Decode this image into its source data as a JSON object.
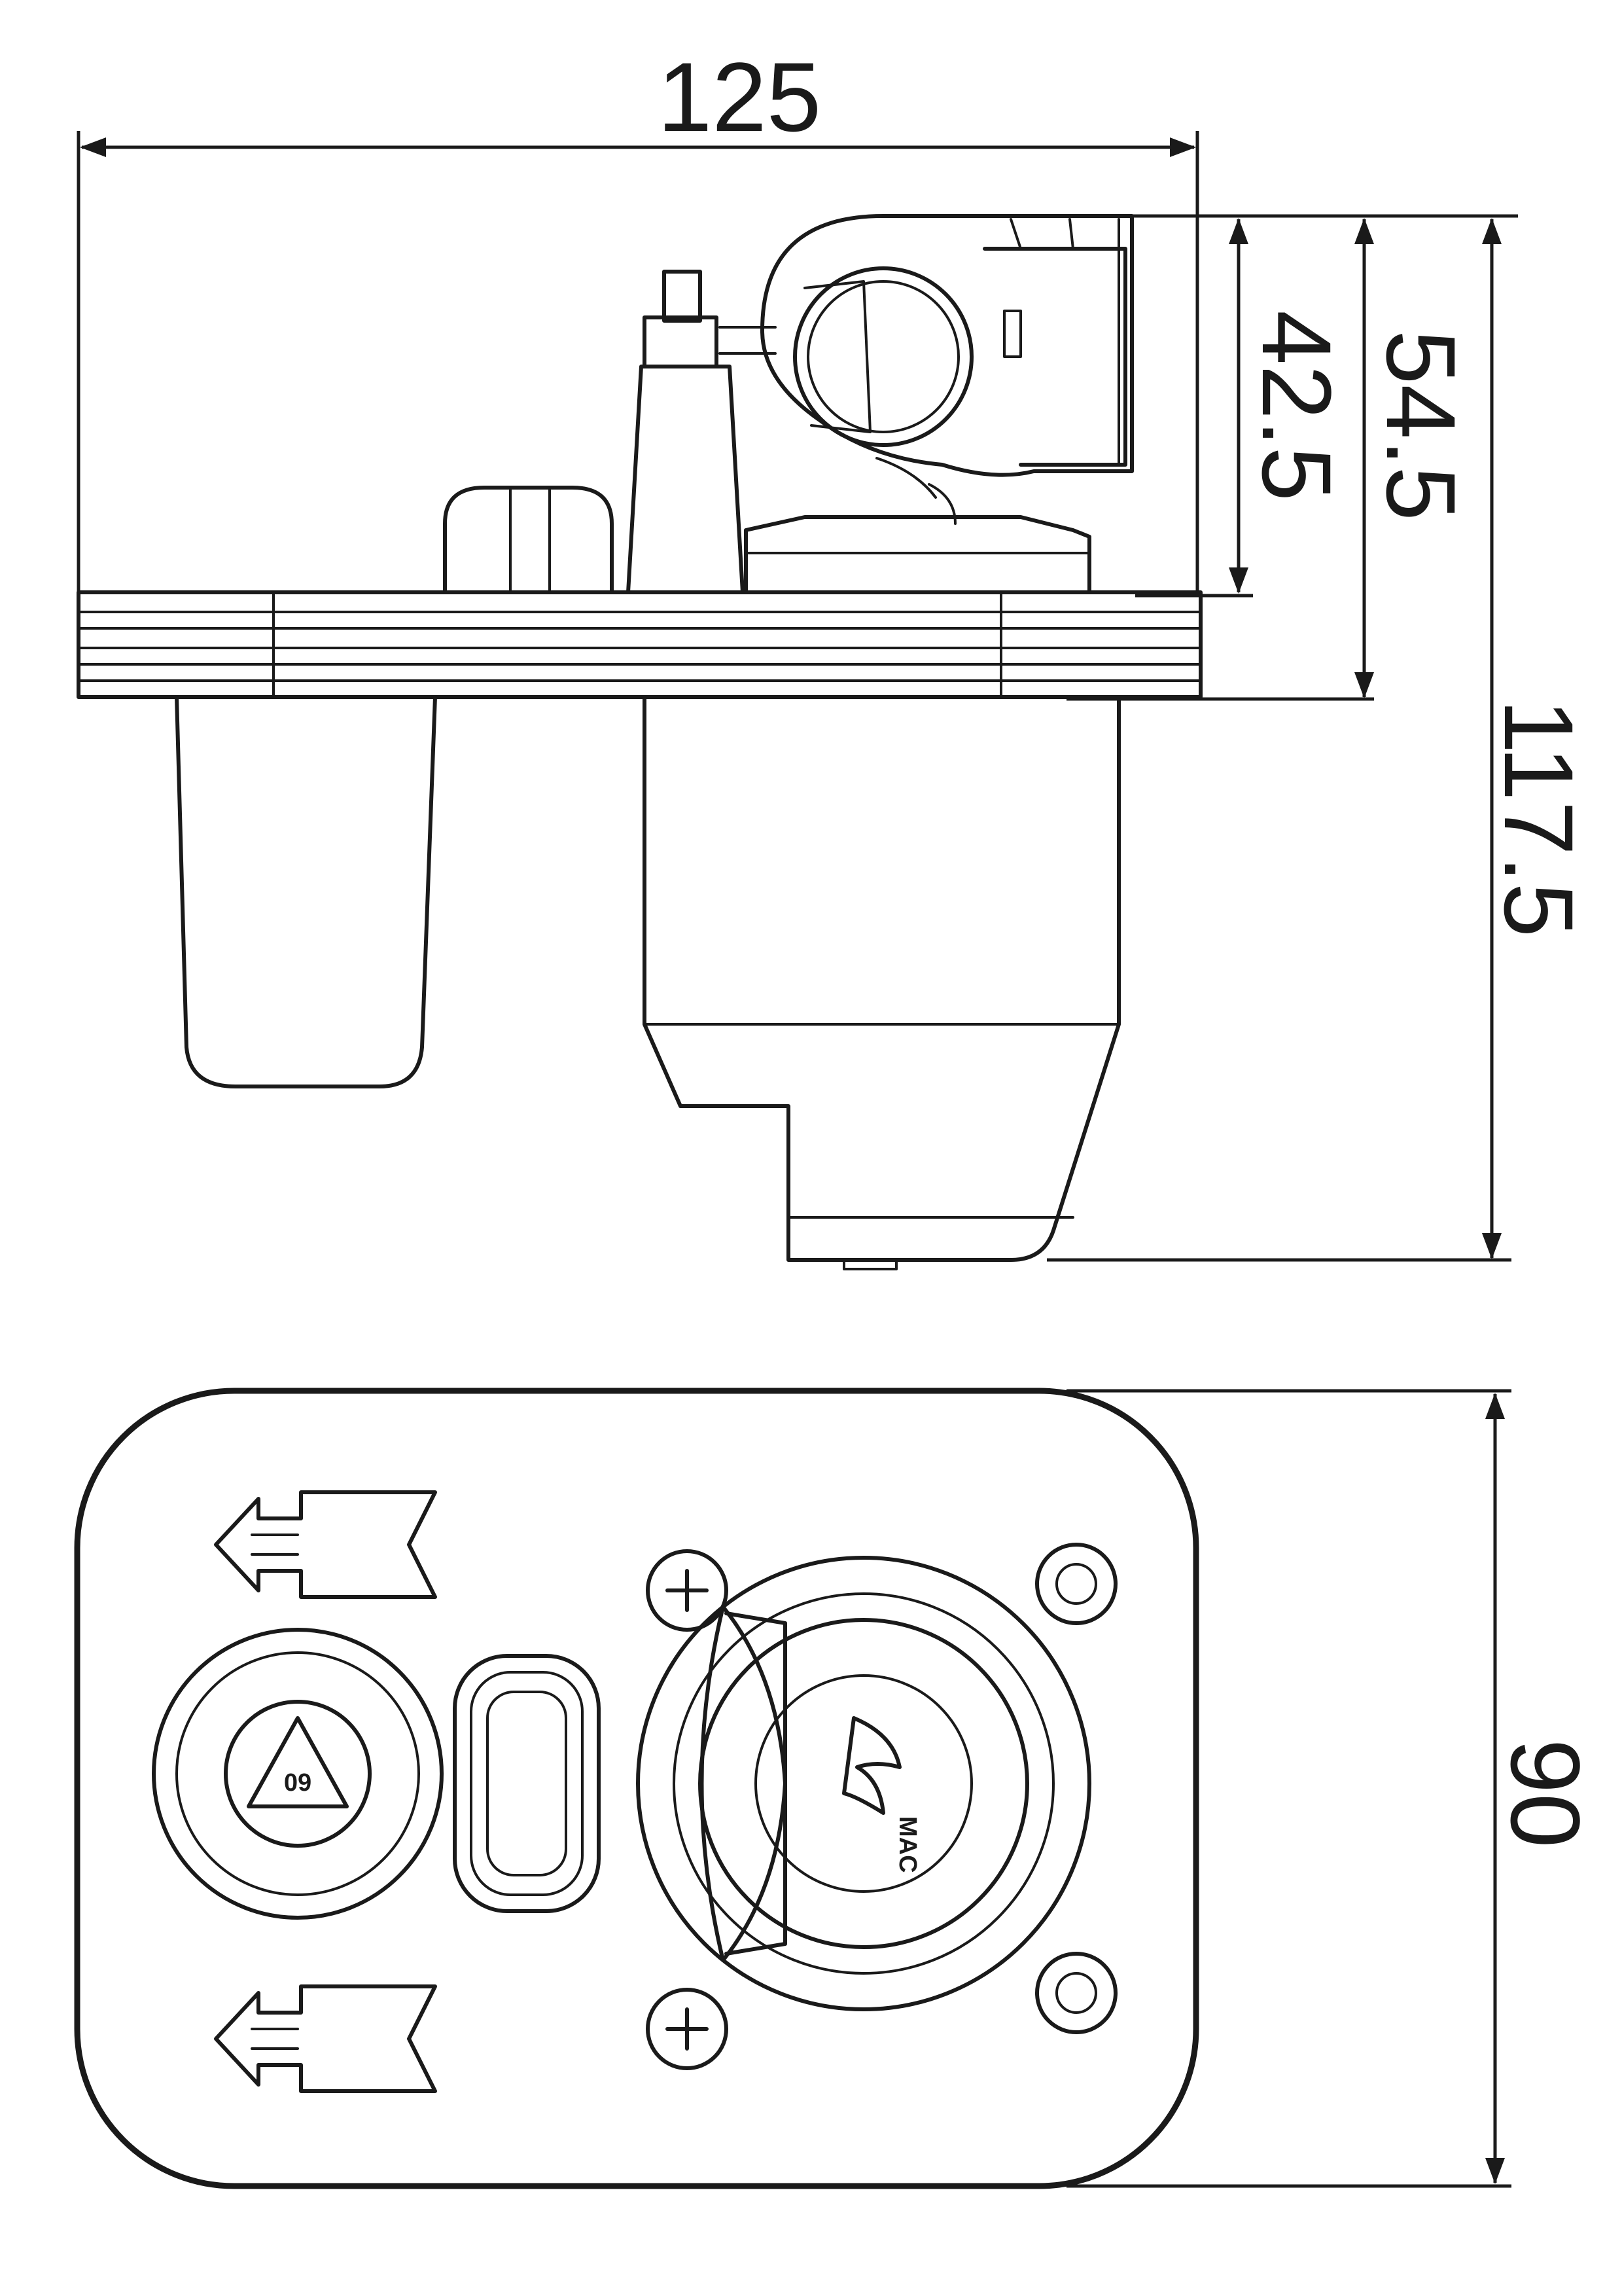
{
  "dimensions": {
    "width_top": "125",
    "height_upper": "42.5",
    "height_flange": "54.5",
    "height_total": "117.5",
    "depth_plan": "90"
  },
  "plan_view": {
    "logo_text": "MAC",
    "cap_text": "60"
  }
}
